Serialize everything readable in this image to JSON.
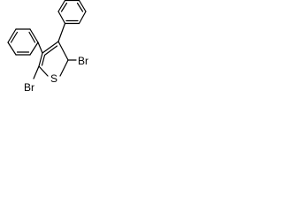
{
  "molecule": {
    "atom_labels": {
      "bromine_top": "Br",
      "bromine_bottom": "Br",
      "sulfur": "S"
    },
    "rings": {
      "left_phenyl": "benzene",
      "right_phenyl": "benzene",
      "center": "thiophene"
    }
  },
  "colors": {
    "bond": "#000000",
    "label": "#000000",
    "background": "#ffffff"
  }
}
